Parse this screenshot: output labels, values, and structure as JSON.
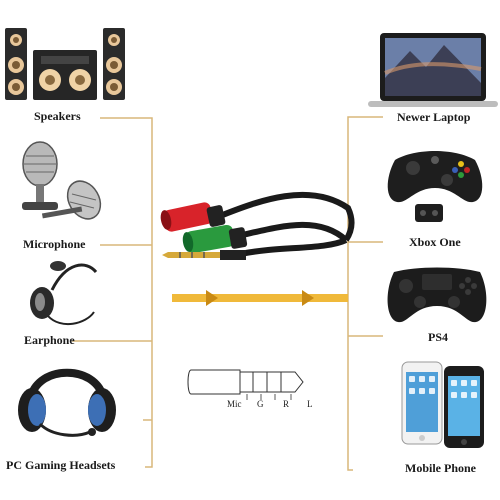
{
  "left_devices": [
    {
      "label": "Speakers",
      "icon": "speakers-icon"
    },
    {
      "label": "Microphone",
      "icon": "microphone-icon"
    },
    {
      "label": "Earphone",
      "icon": "earphone-icon"
    },
    {
      "label": "PC Gaming Headsets",
      "icon": "headset-icon"
    }
  ],
  "right_devices": [
    {
      "label": "Newer Laptop",
      "icon": "laptop-icon"
    },
    {
      "label": "Xbox One",
      "icon": "xbox-controller-icon"
    },
    {
      "label": "PS4",
      "icon": "ps4-controller-icon"
    },
    {
      "label": "Mobile Phone",
      "icon": "smartphone-icon"
    }
  ],
  "plug_labels": [
    "Mic",
    "G",
    "R",
    "L"
  ],
  "colors": {
    "bracket": "#d9b77a",
    "arrow": "#f0b93a",
    "jack_red": "#d8232a",
    "jack_green": "#2a9a3e",
    "cable": "#1a1a1a",
    "plug_gold": "#d6a93a"
  }
}
